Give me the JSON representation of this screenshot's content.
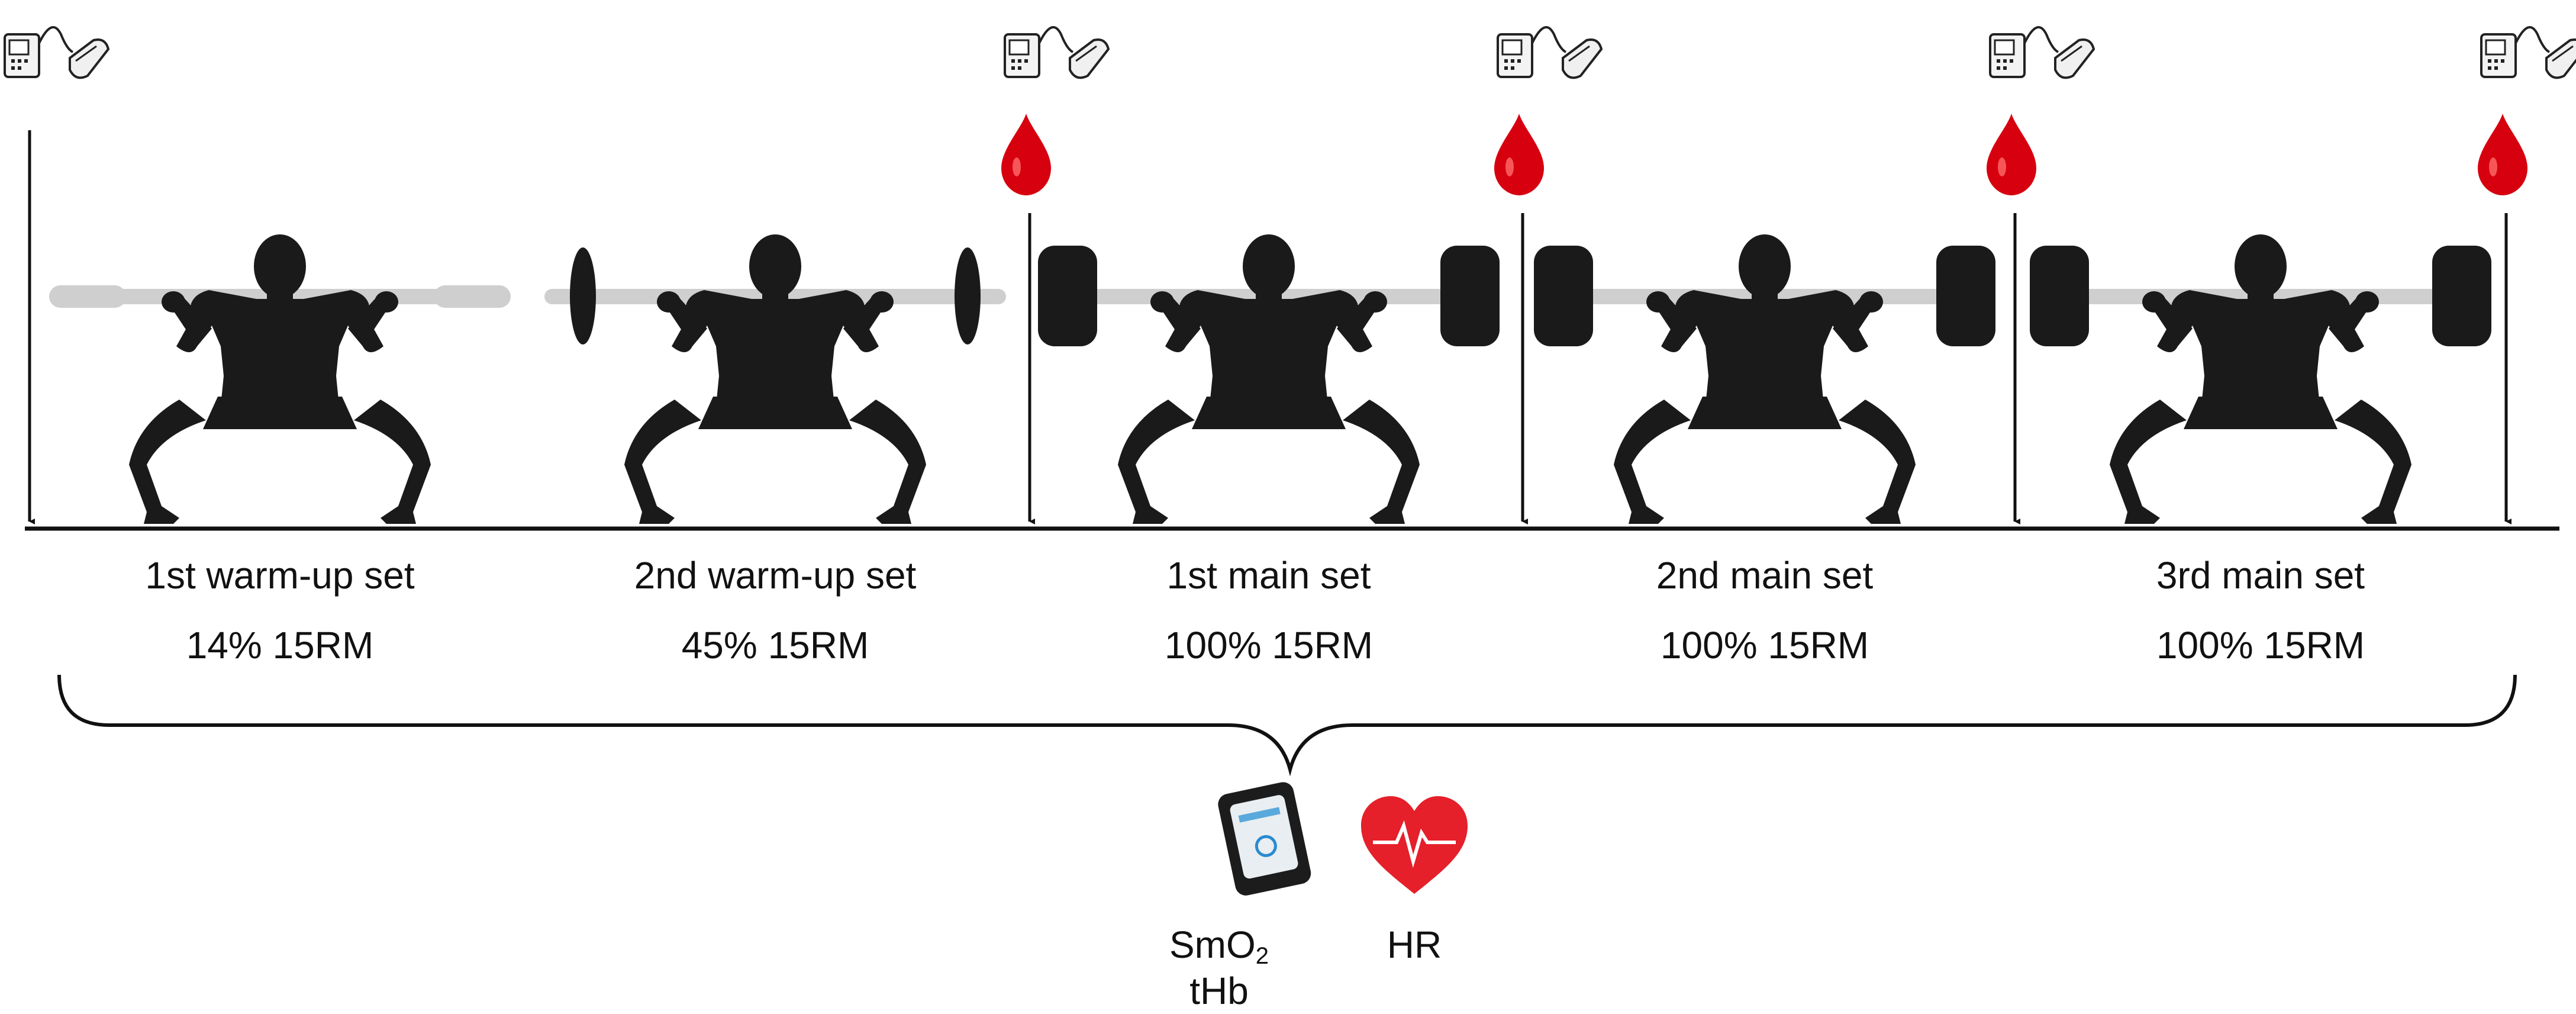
{
  "sets": [
    {
      "label": "1st warm-up  set",
      "load": "14% 15RM",
      "plates": "none"
    },
    {
      "label": "2nd  warm-up  set",
      "load": "45% 15RM",
      "plates": "thin"
    },
    {
      "label": "1st main set",
      "load": "100% 15RM",
      "plates": "full"
    },
    {
      "label": "2nd  main  set",
      "load": "100% 15RM",
      "plates": "full"
    },
    {
      "label": "3rd main set",
      "load": "100% 15RM",
      "plates": "full"
    }
  ],
  "measurements": {
    "smo2": {
      "base": "SmO",
      "sub": "2",
      "line2": "tHb",
      "icon": "nirs-sensor-icon"
    },
    "hr": {
      "label": "HR",
      "icon": "heart-rate-icon"
    }
  },
  "icons": {
    "pressure": "blood-pressure-monitor-icon",
    "blood": "blood-drop-icon",
    "lifter": "squatting-lifter-icon"
  },
  "colors": {
    "silhouette": "#1a1a1a",
    "bar": "#cfcfcf",
    "blood": "#d7000f",
    "heart": "#e5202a",
    "line": "#111111"
  }
}
